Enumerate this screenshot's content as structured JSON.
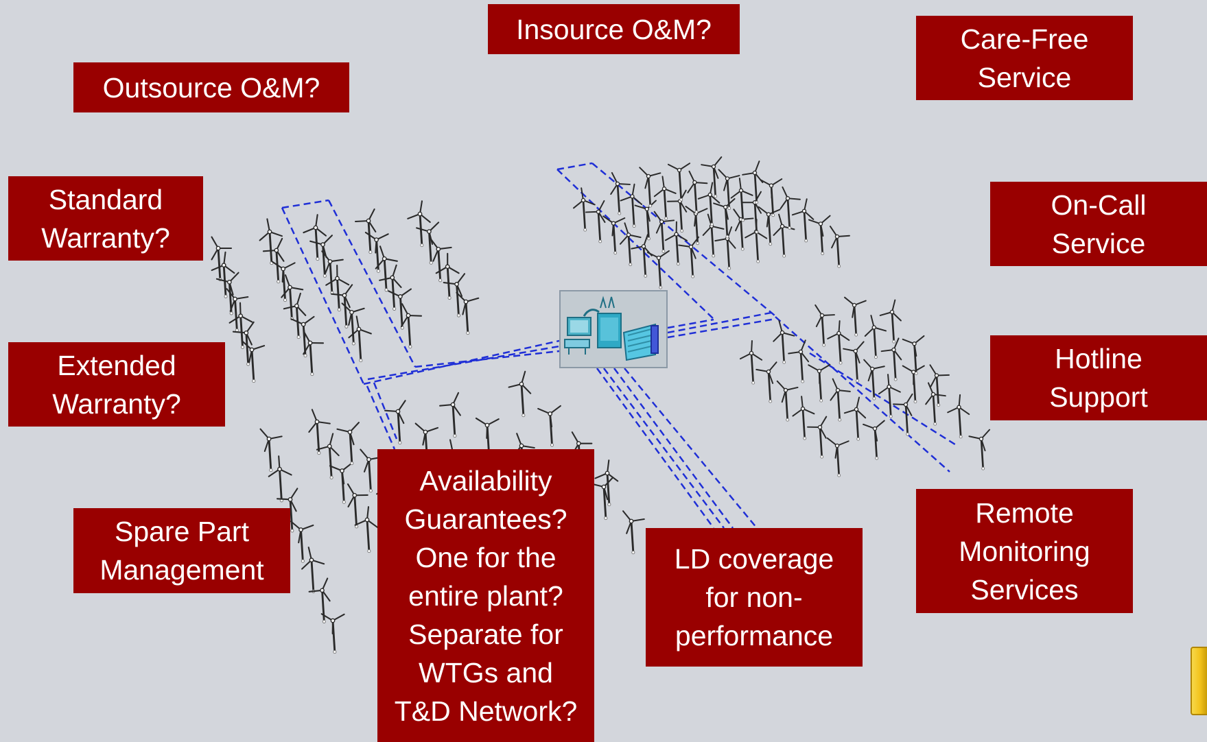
{
  "colors": {
    "background": "#d3d6dc",
    "label_fill": "#990000",
    "label_text": "#ffffff",
    "cable": "#1f2fd6",
    "turbine": "#2a2a2a",
    "corner_tab": "#f2c21b"
  },
  "labels": {
    "insource_om": "Insource O&M?",
    "outsource_om": "Outsource O&M?",
    "care_free_service": "Care-Free\nService",
    "standard_warranty": "Standard\nWarranty?",
    "on_call_service": "On-Call\nService",
    "extended_warranty": "Extended\nWarranty?",
    "hotline_support": "Hotline\nSupport",
    "spare_part_management": "Spare Part\nManagement",
    "availability_guarantees": "Availability\nGuarantees?\nOne for the\nentire plant?\nSeparate for\nWTGs and\nT&D Network?",
    "ld_coverage": "LD coverage\nfor non-\nperformance",
    "remote_monitoring": "Remote\nMonitoring\nServices"
  },
  "icons": {
    "turbine": "wind-turbine-icon",
    "substation": "substation-icon",
    "corner_tab": "navigation-tab"
  }
}
